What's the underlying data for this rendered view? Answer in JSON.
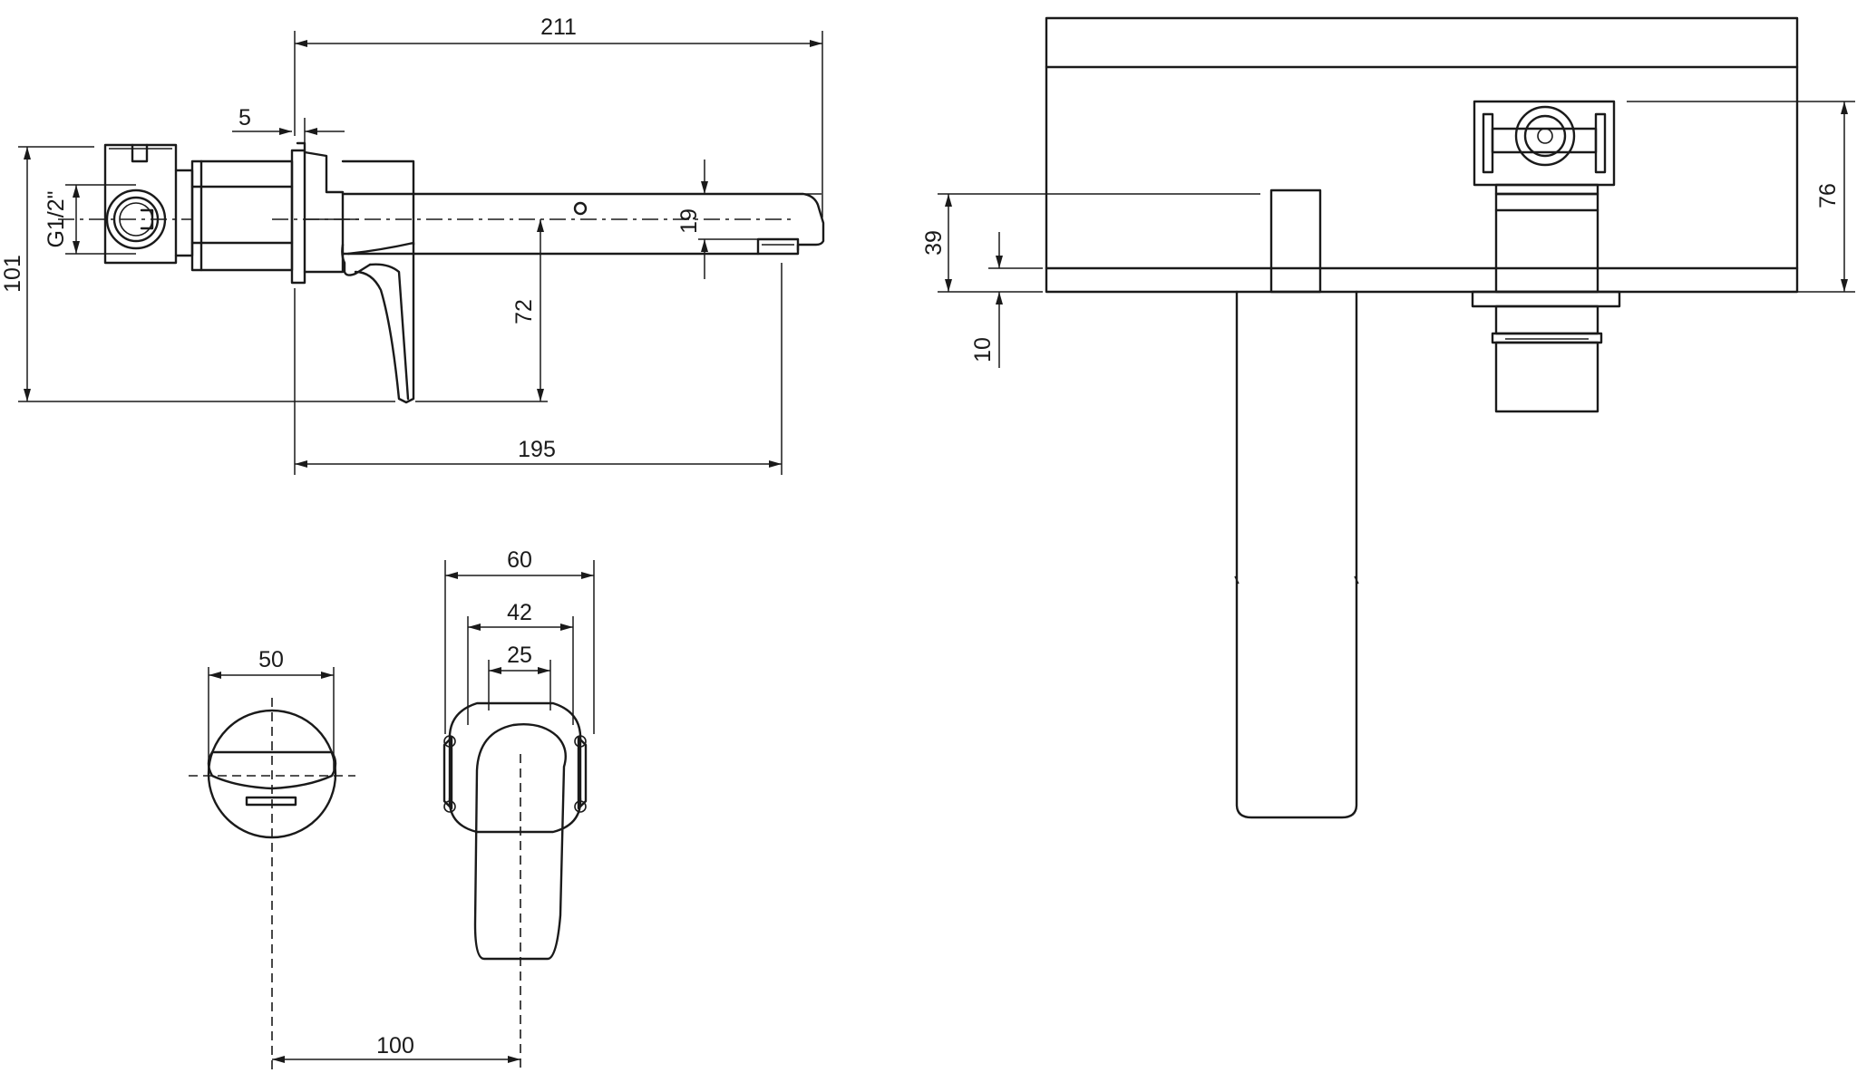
{
  "dimensions": {
    "total_length": "211",
    "flange_thickness": "5",
    "thread_size": "G1/2\"",
    "total_height": "101",
    "spout_height": "19",
    "spout_to_handle_bottom": "72",
    "wall_to_outlet": "195",
    "rosette_diameter": "50",
    "body_width": "60",
    "handle_width": "42",
    "spout_width": "25",
    "centre_distance": "100",
    "mounting_depth": "39",
    "plate_offset": "10",
    "valve_height": "76"
  },
  "colors": {
    "line": "#1a1a1a",
    "background": "#ffffff"
  }
}
